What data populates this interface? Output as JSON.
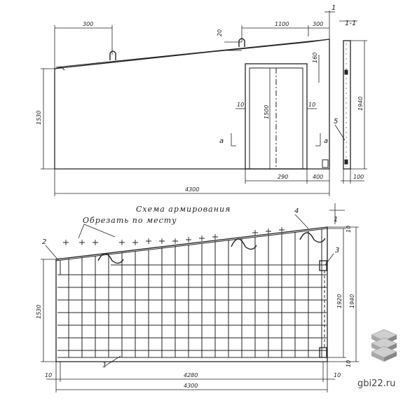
{
  "elevation": {
    "dim_top_left": "300",
    "dim_top_1100": "1100",
    "dim_top_300": "300",
    "dim_20": "20",
    "dim_160": "160",
    "dim_1500": "1500",
    "dim_10_left": "10",
    "dim_10_right": "10",
    "dim_1530": "1530",
    "dim_290": "290",
    "dim_400": "400",
    "dim_total": "4300",
    "label_a_left": "a",
    "label_a_right": "a",
    "marker_5": "5"
  },
  "section": {
    "title": "1-1",
    "marker_1": "1",
    "dim_1940": "1940",
    "dim_100": "100"
  },
  "reinforcement": {
    "title": "Схема армирования",
    "note": "Обрезать по месту",
    "marker_1": "1",
    "marker_2": "2",
    "marker_3": "3",
    "marker_4": "4",
    "section_marker": "1",
    "dim_1530": "1530",
    "dim_1920": "1920",
    "dim_1940": "1940",
    "dim_10_top": "10",
    "dim_10_bottom": "10",
    "dim_10_left": "10",
    "dim_10_right": "10",
    "dim_4280": "4280",
    "dim_total": "4300"
  },
  "watermark": {
    "text": "gbi22.ru"
  },
  "colors": {
    "line": "#222222",
    "watermark": "#444444"
  }
}
